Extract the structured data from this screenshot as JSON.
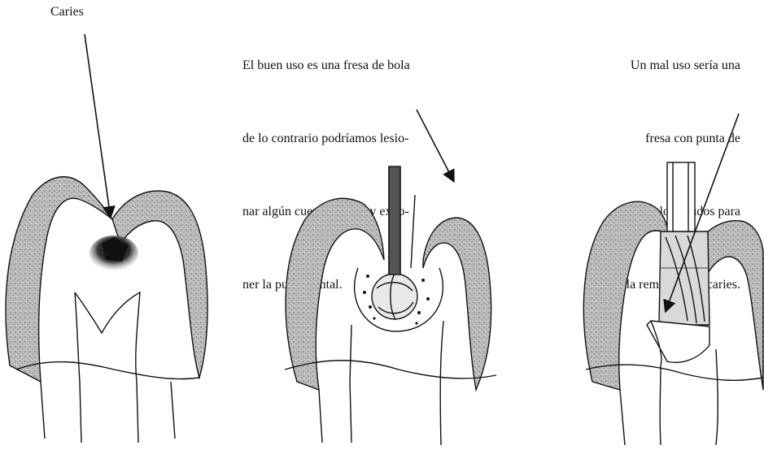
{
  "labels": {
    "caries": "Caries",
    "good_use_lines": [
      "El buen uso es una fresa de bola",
      "de lo contrario podríamos lesio-",
      "nar algún cuerno pulpar y expo-",
      "ner la pulpa dental."
    ],
    "bad_use_lines": [
      "Un mal uso sería una",
      "fresa con punta de",
      "ángulos agudos para",
      "la remoción de caries."
    ]
  },
  "colors": {
    "ink": "#111111",
    "shading": "#9a9a9a",
    "caries": "#111111"
  },
  "figures": [
    {
      "name": "tooth-with-caries"
    },
    {
      "name": "tooth-with-round-bur"
    },
    {
      "name": "tooth-with-sharp-bur"
    }
  ]
}
